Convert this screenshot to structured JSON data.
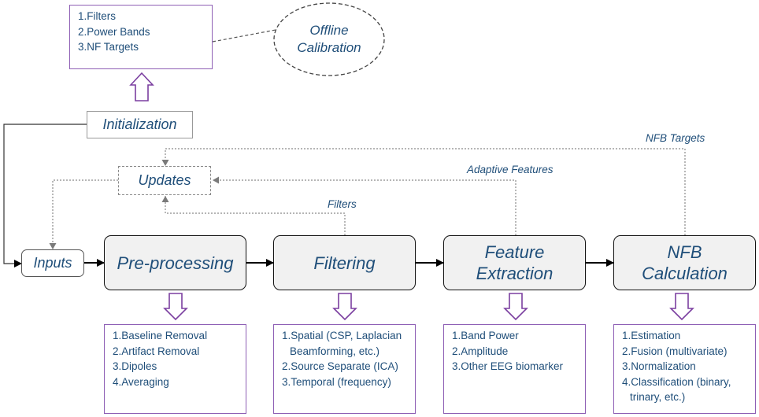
{
  "top_box": {
    "items": [
      "1.Filters",
      "2.Power Bands",
      "3.NF Targets"
    ]
  },
  "offline": {
    "label_line1": "Offline",
    "label_line2": "Calibration"
  },
  "initialization": {
    "label": "Initialization"
  },
  "updates": {
    "label": "Updates"
  },
  "inputs": {
    "label": "Inputs"
  },
  "feedback_labels": {
    "nfb_targets": "NFB Targets",
    "adaptive_features": "Adaptive Features",
    "filters": "Filters"
  },
  "stages": [
    {
      "line1": "Pre-processing",
      "line2": ""
    },
    {
      "line1": "Filtering",
      "line2": ""
    },
    {
      "line1": "Feature",
      "line2": "Extraction"
    },
    {
      "line1": "NFB",
      "line2": "Calculation"
    }
  ],
  "outputs": [
    {
      "items": [
        "1.Baseline Removal",
        "2.Artifact Removal",
        "3.Dipoles",
        "4.Averaging"
      ]
    },
    {
      "items": [
        "1.Spatial (CSP, Laplacian",
        "Beamforming, etc.)",
        "2.Source Separate (ICA)",
        "3.Temporal (frequency)"
      ]
    },
    {
      "items": [
        "1.Band Power",
        "2.Amplitude",
        "3.Other EEG biomarker"
      ]
    },
    {
      "items": [
        "1.Estimation",
        "2.Fusion (multivariate)",
        "3.Normalization",
        "4.Classification (binary,",
        "trinary, etc.)"
      ]
    }
  ],
  "colors": {
    "text": "#1f4e79",
    "list_border": "#8e5fb5",
    "stage_fill": "#f1f1f1",
    "dotted_line": "#8a8a8a"
  }
}
